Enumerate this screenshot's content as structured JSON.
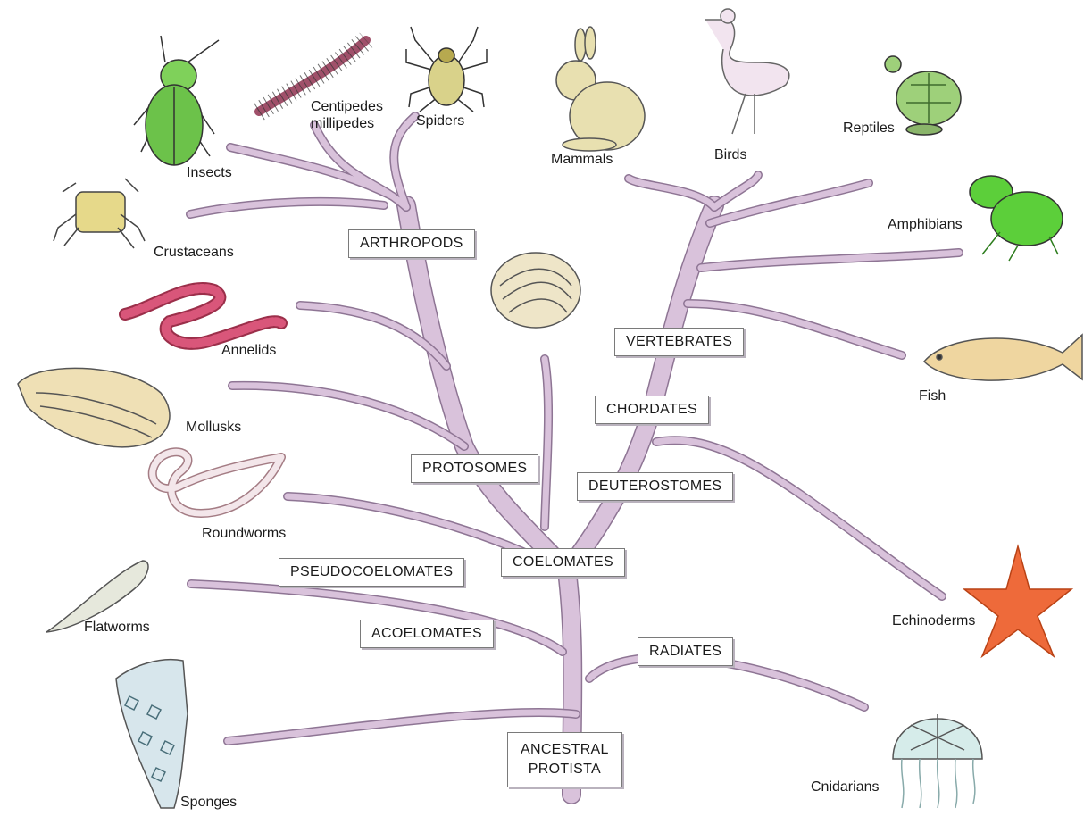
{
  "colors": {
    "branch": "#d9c2db",
    "branch_edge": "#8e7594"
  },
  "nodes": {
    "arthropods": "ARTHROPODS",
    "vertebrates": "VERTEBRATES",
    "chordates": "CHORDATES",
    "protosomes": "PROTOSOMES",
    "deuterostomes": "DEUTEROSTOMES",
    "coelomates": "COELOMATES",
    "pseudocoelomates": "PSEUDOCOELOMATES",
    "acoelomates": "ACOELOMATES",
    "radiates": "RADIATES",
    "ancestral_line1": "ANCESTRAL",
    "ancestral_line2": "PROTISTA"
  },
  "groups": {
    "insects": "Insects",
    "centipedes_line1": "Centipedes",
    "centipedes_line2": "millipedes",
    "spiders": "Spiders",
    "mammals": "Mammals",
    "birds": "Birds",
    "reptiles": "Reptiles",
    "amphibians": "Amphibians",
    "crustaceans": "Crustaceans",
    "annelids": "Annelids",
    "mollusks": "Mollusks",
    "fish": "Fish",
    "roundworms": "Roundworms",
    "flatworms": "Flatworms",
    "echinoderms": "Echinoderms",
    "sponges": "Sponges",
    "cnidarians": "Cnidarians"
  },
  "icons": [
    "beetle-icon",
    "centipede-icon",
    "spider-icon",
    "rabbit-icon",
    "egret-icon",
    "turtle-icon",
    "frog-icon",
    "crab-icon",
    "clam-icon",
    "earthworm-icon",
    "mussel-icon",
    "fish-icon",
    "roundworm-icon",
    "flatworm-icon",
    "starfish-icon",
    "sponge-icon",
    "jellyfish-icon"
  ]
}
